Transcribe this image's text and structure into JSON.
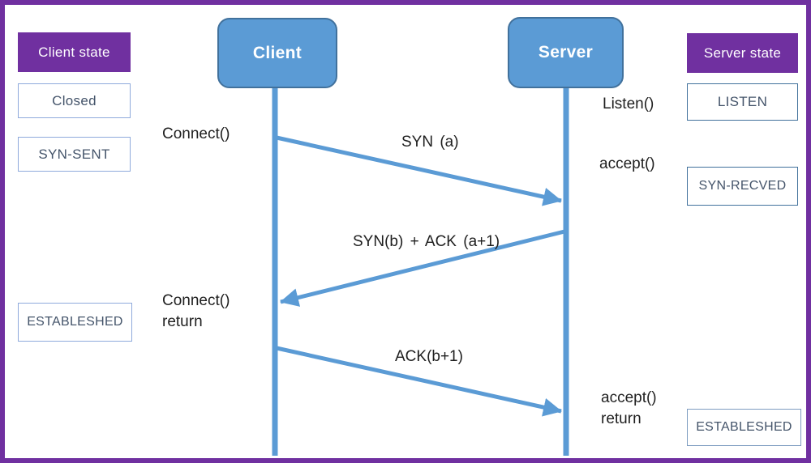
{
  "colors": {
    "purple": "#7030A0",
    "blue": "#5B9BD5",
    "blue-dark": "#41719C",
    "state-text": "#44546A",
    "left-border": "#8FAADC",
    "right-border": "#41719C",
    "mid-border": "#7D9CC0",
    "label-text": "#1f1f1f"
  },
  "left_panel": {
    "header": "Client state",
    "closed": "Closed",
    "syn_sent": "SYN-SENT",
    "established": "ESTABLESHED"
  },
  "right_panel": {
    "header": "Server state",
    "listen": "LISTEN",
    "syn_recved": "SYN-RECVED",
    "established": "ESTABLESHED"
  },
  "actors": {
    "client": "Client",
    "server": "Server"
  },
  "calls": {
    "connect": "Connect()",
    "listen": "Listen()",
    "accept": "accept()",
    "connect_return": "Connect()\nreturn",
    "accept_return": "accept()\nreturn"
  },
  "messages": {
    "syn": "SYN (a)",
    "syn_ack": "SYN(b) + ACK (a+1)",
    "ack": "ACK(b+1)"
  }
}
